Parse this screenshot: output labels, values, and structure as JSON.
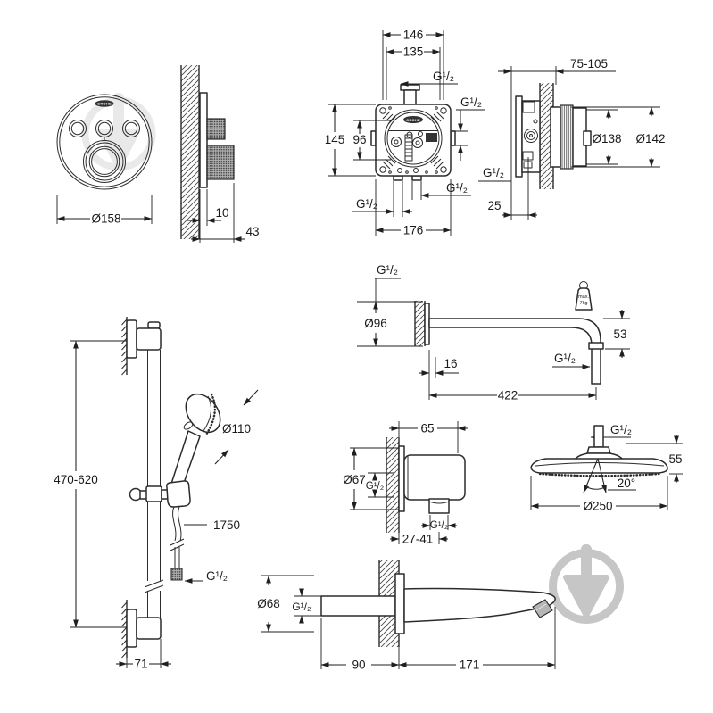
{
  "brand": "GROHE",
  "colors": {
    "line": "#2b2b2b",
    "background": "#ffffff",
    "watermark_light": "#e9e9e9",
    "watermark_dark": "#c6c6c6"
  },
  "trim_plate": {
    "diameter": "Ø158",
    "plate_depth": "10",
    "knob_depth": "43"
  },
  "mixer_box": {
    "width_outer": "146",
    "width_inner": "135",
    "conn_top": "G¹/₂",
    "conn_right": "G¹/₂",
    "height": "145",
    "height_inner": "96",
    "conn_bottom_left": "G¹/₂",
    "conn_bottom_right": "G¹/₂",
    "width_total": "176"
  },
  "mixer_box_side": {
    "depth_range": "75-105",
    "conn": "G¹/₂",
    "dia_inner": "Ø138",
    "dia_outer": "Ø142",
    "wall_offset": "25"
  },
  "shower_arm": {
    "conn_wall": "G¹/₂",
    "flange_dia": "Ø96",
    "projection": "16",
    "length": "422",
    "conn_end": "G¹/₂",
    "drop": "53",
    "max_load_top": "max.",
    "max_load_bottom": "7kg"
  },
  "slide_bar": {
    "height_range": "470-620",
    "hand_shower_dia": "Ø110",
    "hose_length": "1750",
    "conn": "G¹/₂",
    "wall_offset": "71"
  },
  "wall_elbow": {
    "width": "65",
    "flange_dia": "Ø67",
    "conn_wall": "G¹/₂",
    "conn_outlet": "G¹/₂",
    "depth_range": "27-41"
  },
  "head_shower": {
    "conn": "G¹/₂",
    "height": "55",
    "spray_angle": "20°",
    "diameter": "Ø250"
  },
  "bath_spout": {
    "flange_dia": "Ø68",
    "conn": "G¹/₂",
    "wall_section": "90",
    "projection": "171"
  }
}
